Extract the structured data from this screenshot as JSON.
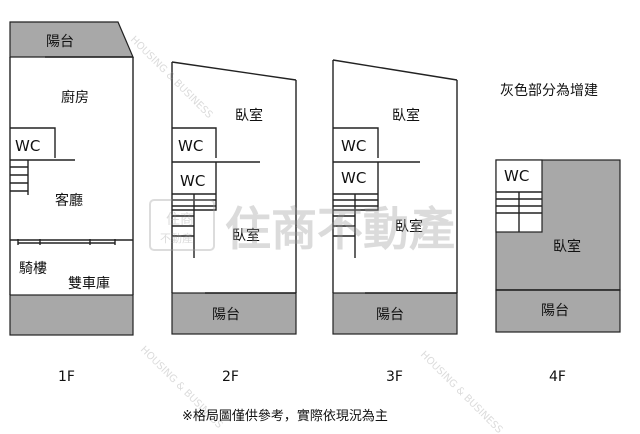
{
  "note_gray_area": "灰色部分為增建",
  "footnote": "※格局圖僅供參考，實際依現況為主",
  "watermark": {
    "brand": "住商不動產",
    "logo_top": "住商",
    "logo_bottom": "不動產",
    "english": "HOUSING & BUSINESS"
  },
  "floors": {
    "f1": {
      "name": "1F",
      "balcony": "陽台",
      "kitchen": "廚房",
      "wc": "WC",
      "living": "客廳",
      "arcade": "騎樓",
      "garage": "雙車庫"
    },
    "f2": {
      "name": "2F",
      "bedroom_top": "臥室",
      "wc_top": "WC",
      "wc_stairs": "WC",
      "bedroom_bottom": "臥室",
      "balcony": "陽台"
    },
    "f3": {
      "name": "3F",
      "bedroom_top": "臥室",
      "wc_top": "WC",
      "wc_stairs": "WC",
      "bedroom_bottom": "臥室",
      "balcony": "陽台"
    },
    "f4": {
      "name": "4F",
      "wc": "WC",
      "bedroom": "臥室",
      "balcony": "陽台"
    }
  },
  "colors": {
    "added_structure_gray": "#a8a8a8",
    "wall": "#222222",
    "watermark": "#9a9a9a"
  }
}
